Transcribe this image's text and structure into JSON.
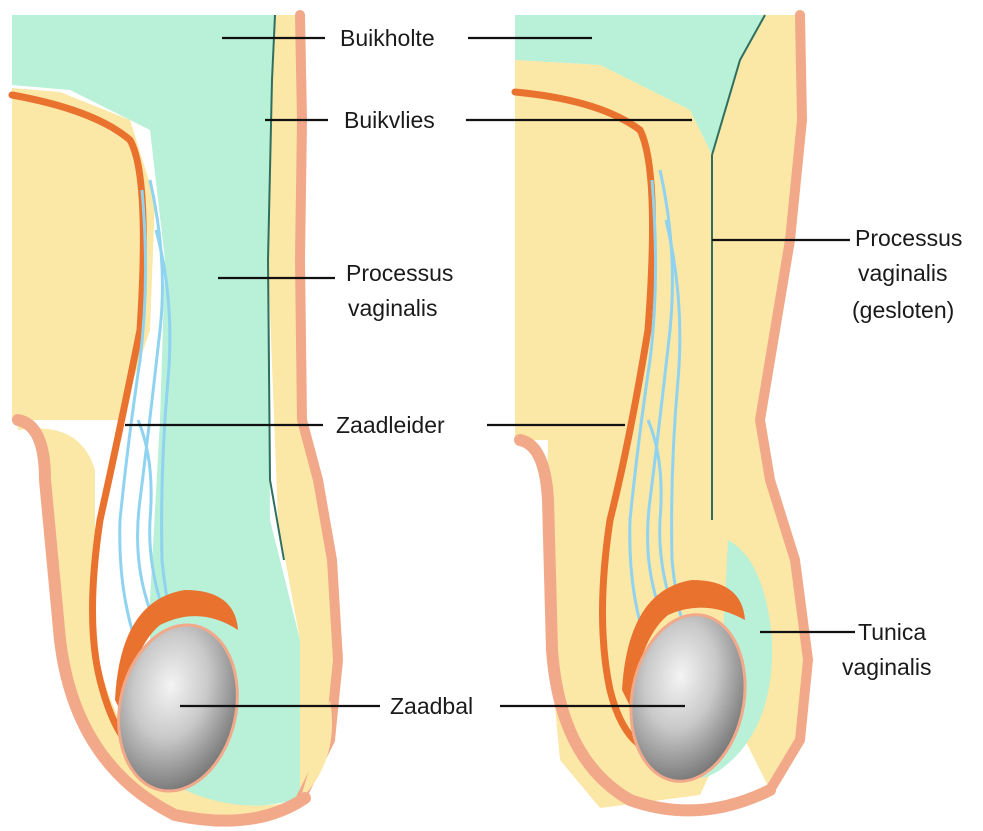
{
  "labels": {
    "abdominal_cavity": "Buikholte",
    "peritoneum": "Buikvlies",
    "processus_vaginalis_line1": "Processus",
    "processus_vaginalis_line2": "vaginalis",
    "vas_deferens": "Zaadleider",
    "testis": "Zaadbal",
    "processus_closed_line1": "Processus",
    "processus_closed_line2": "vaginalis",
    "processus_closed_line3": "(gesloten)",
    "tunica_line1": "Tunica",
    "tunica_line2": "vaginalis"
  },
  "colors": {
    "cavity": "#b8f0d8",
    "tissue": "#fbe7a6",
    "skin": "#f2a98a",
    "cord": "#e9722f",
    "vessels": "#8fd3f0",
    "testis_light": "#eeeeee",
    "testis_dark": "#6b6b6b",
    "lines": "#111111"
  }
}
